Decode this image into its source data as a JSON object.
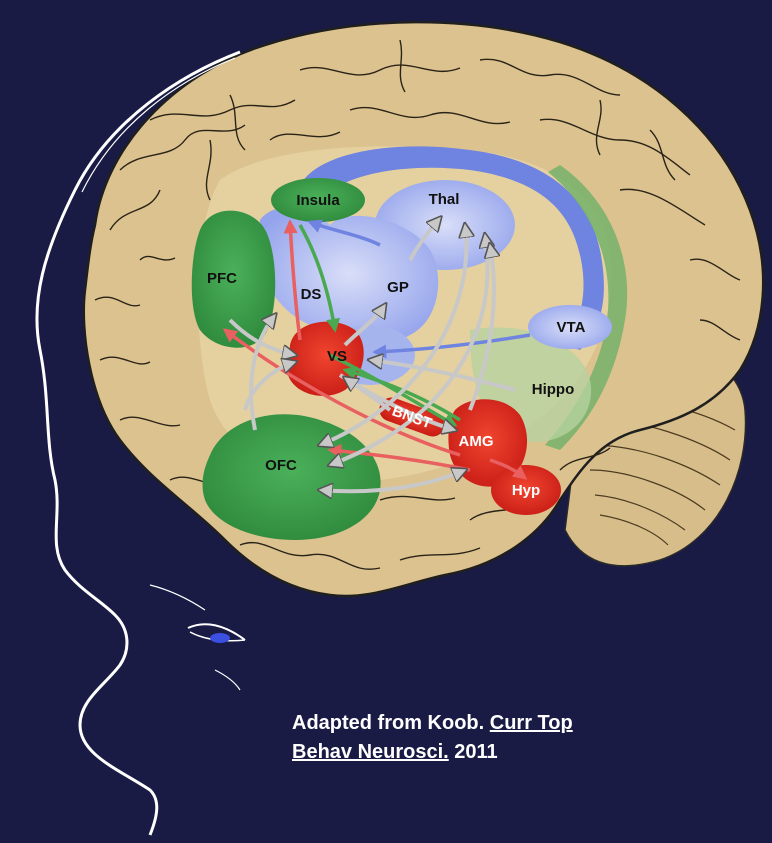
{
  "colors": {
    "background": "#191b45",
    "brain": "#dcc28f",
    "green_region": "#3c9a48",
    "blue_region": "#a6b4ee",
    "red_region": "#e5251e",
    "pathway_arrow": "#c8c8c8"
  },
  "regions": {
    "insula": "Insula",
    "thal": "Thal",
    "pfc": "PFC",
    "ds": "DS",
    "gp": "GP",
    "vta": "VTA",
    "vs": "VS",
    "hippo": "Hippo",
    "bnst": "BNST",
    "amg": "AMG",
    "ofc": "OFC",
    "hyp": "Hyp"
  },
  "citation": {
    "prefix": "Adapted from Koob. ",
    "journal_line1": "Curr Top",
    "journal_line2": "Behav Neurosci.",
    "year": " 2011"
  }
}
